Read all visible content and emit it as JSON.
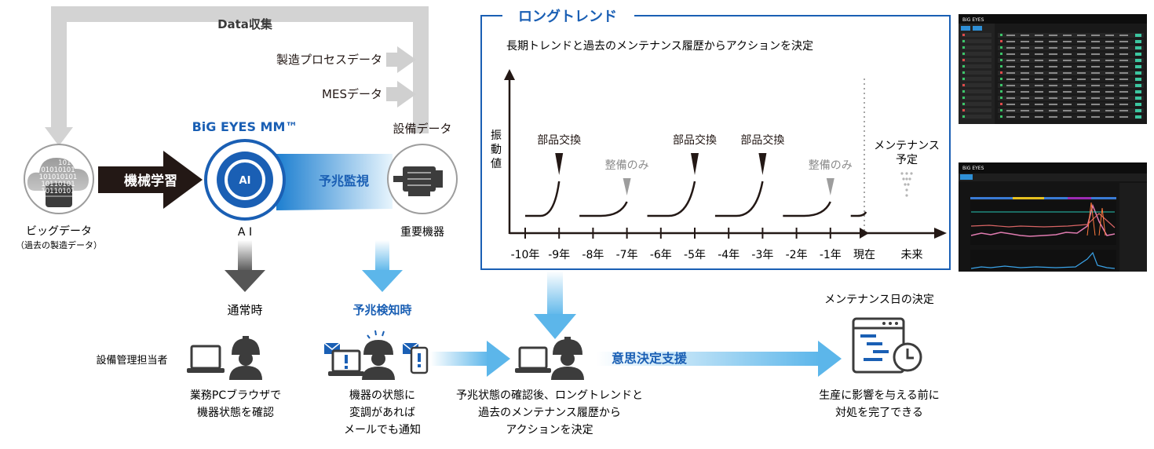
{
  "top_flow": {
    "data_collection": "Data収集",
    "manufacturing_process_data": "製造プロセスデータ",
    "mes_data": "MESデータ",
    "equipment_data": "設備データ"
  },
  "core": {
    "big_data_title": "ビッグデータ",
    "big_data_sub": "（過去の製造データ）",
    "binary_lines": [
      "1010",
      "01010101",
      "101010101",
      "10110101",
      "10110101"
    ],
    "machine_learning": "機械学習",
    "product_name": "BiG EYES MM™",
    "ai_badge": "AI",
    "ai_label": "A I",
    "predictive_monitoring": "予兆監視",
    "critical_equipment": "重要機器"
  },
  "bottom_flow": {
    "normal_time": "通常時",
    "anomaly_detected": "予兆検知時",
    "equipment_manager": "設備管理担当者",
    "normal_desc": [
      "業務PCブラウザで",
      "機器状態を確認"
    ],
    "anomaly_desc": [
      "機器の状態に",
      "変調があれば",
      "メールでも通知"
    ],
    "decision_desc": [
      "予兆状態の確認後、ロングトレンドと",
      "過去のメンテナンス履歴から",
      "アクションを決定"
    ],
    "decision_support": "意思決定支援",
    "maintenance_day_title": "メンテナンス日の決定",
    "outcome_desc": [
      "生産に影響を与える前に",
      "対処を完了できる"
    ]
  },
  "long_trend": {
    "title": "ロングトレンド",
    "subtitle": "長期トレンドと過去のメンテナンス履歴からアクションを決定",
    "ylabel": [
      "振",
      "動",
      "値"
    ],
    "x_ticks": [
      "-10年",
      "-9年",
      "-8年",
      "-7年",
      "-6年",
      "-5年",
      "-4年",
      "-3年",
      "-2年",
      "-1年",
      "現在",
      "未来"
    ],
    "events": [
      {
        "label": "部品交換",
        "kind": "replace",
        "year": -9
      },
      {
        "label": "整備のみ",
        "kind": "service",
        "year": -7
      },
      {
        "label": "部品交換",
        "kind": "replace",
        "year": -5
      },
      {
        "label": "部品交換",
        "kind": "replace",
        "year": -3
      },
      {
        "label": "整備のみ",
        "kind": "service",
        "year": -1
      }
    ],
    "planned_maintenance": [
      "メンテナンス",
      "予定"
    ]
  },
  "screens": {
    "top_brand": "BiG EYES",
    "bottom_brand": "BiG EYES"
  },
  "colors": {
    "accent_blue": "#1a5fb4",
    "dark": "#231815",
    "gray_arrow": "#cfcfcf",
    "light_blue": "#6ec1ee"
  }
}
